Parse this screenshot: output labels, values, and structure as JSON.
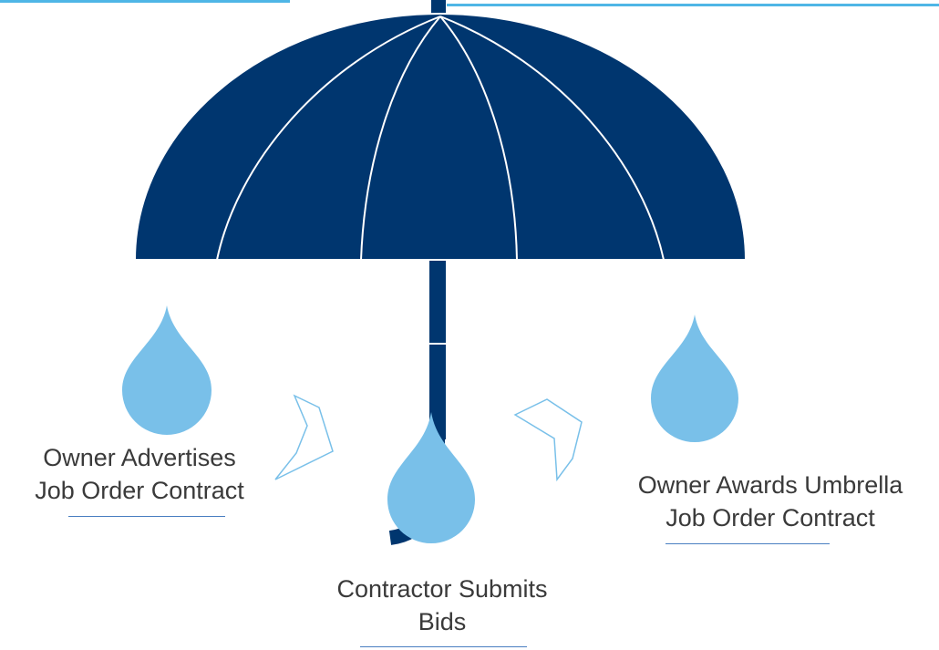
{
  "steps": [
    {
      "line1": "Owner Advertises",
      "line2": "Job Order Contract"
    },
    {
      "line1": "Contractor Submits",
      "line2": "Bids"
    },
    {
      "line1": "Owner Awards Umbrella",
      "line2": "Job Order Contract"
    }
  ],
  "colors": {
    "umbrella": "#00366f",
    "drop": "#79c0e9",
    "top_rule": "#4fb6e6",
    "underline": "#4a7fc1",
    "text": "#3a3a3a"
  },
  "icons": [
    "umbrella-icon",
    "raindrop-icon",
    "chevron-arrow-icon"
  ]
}
